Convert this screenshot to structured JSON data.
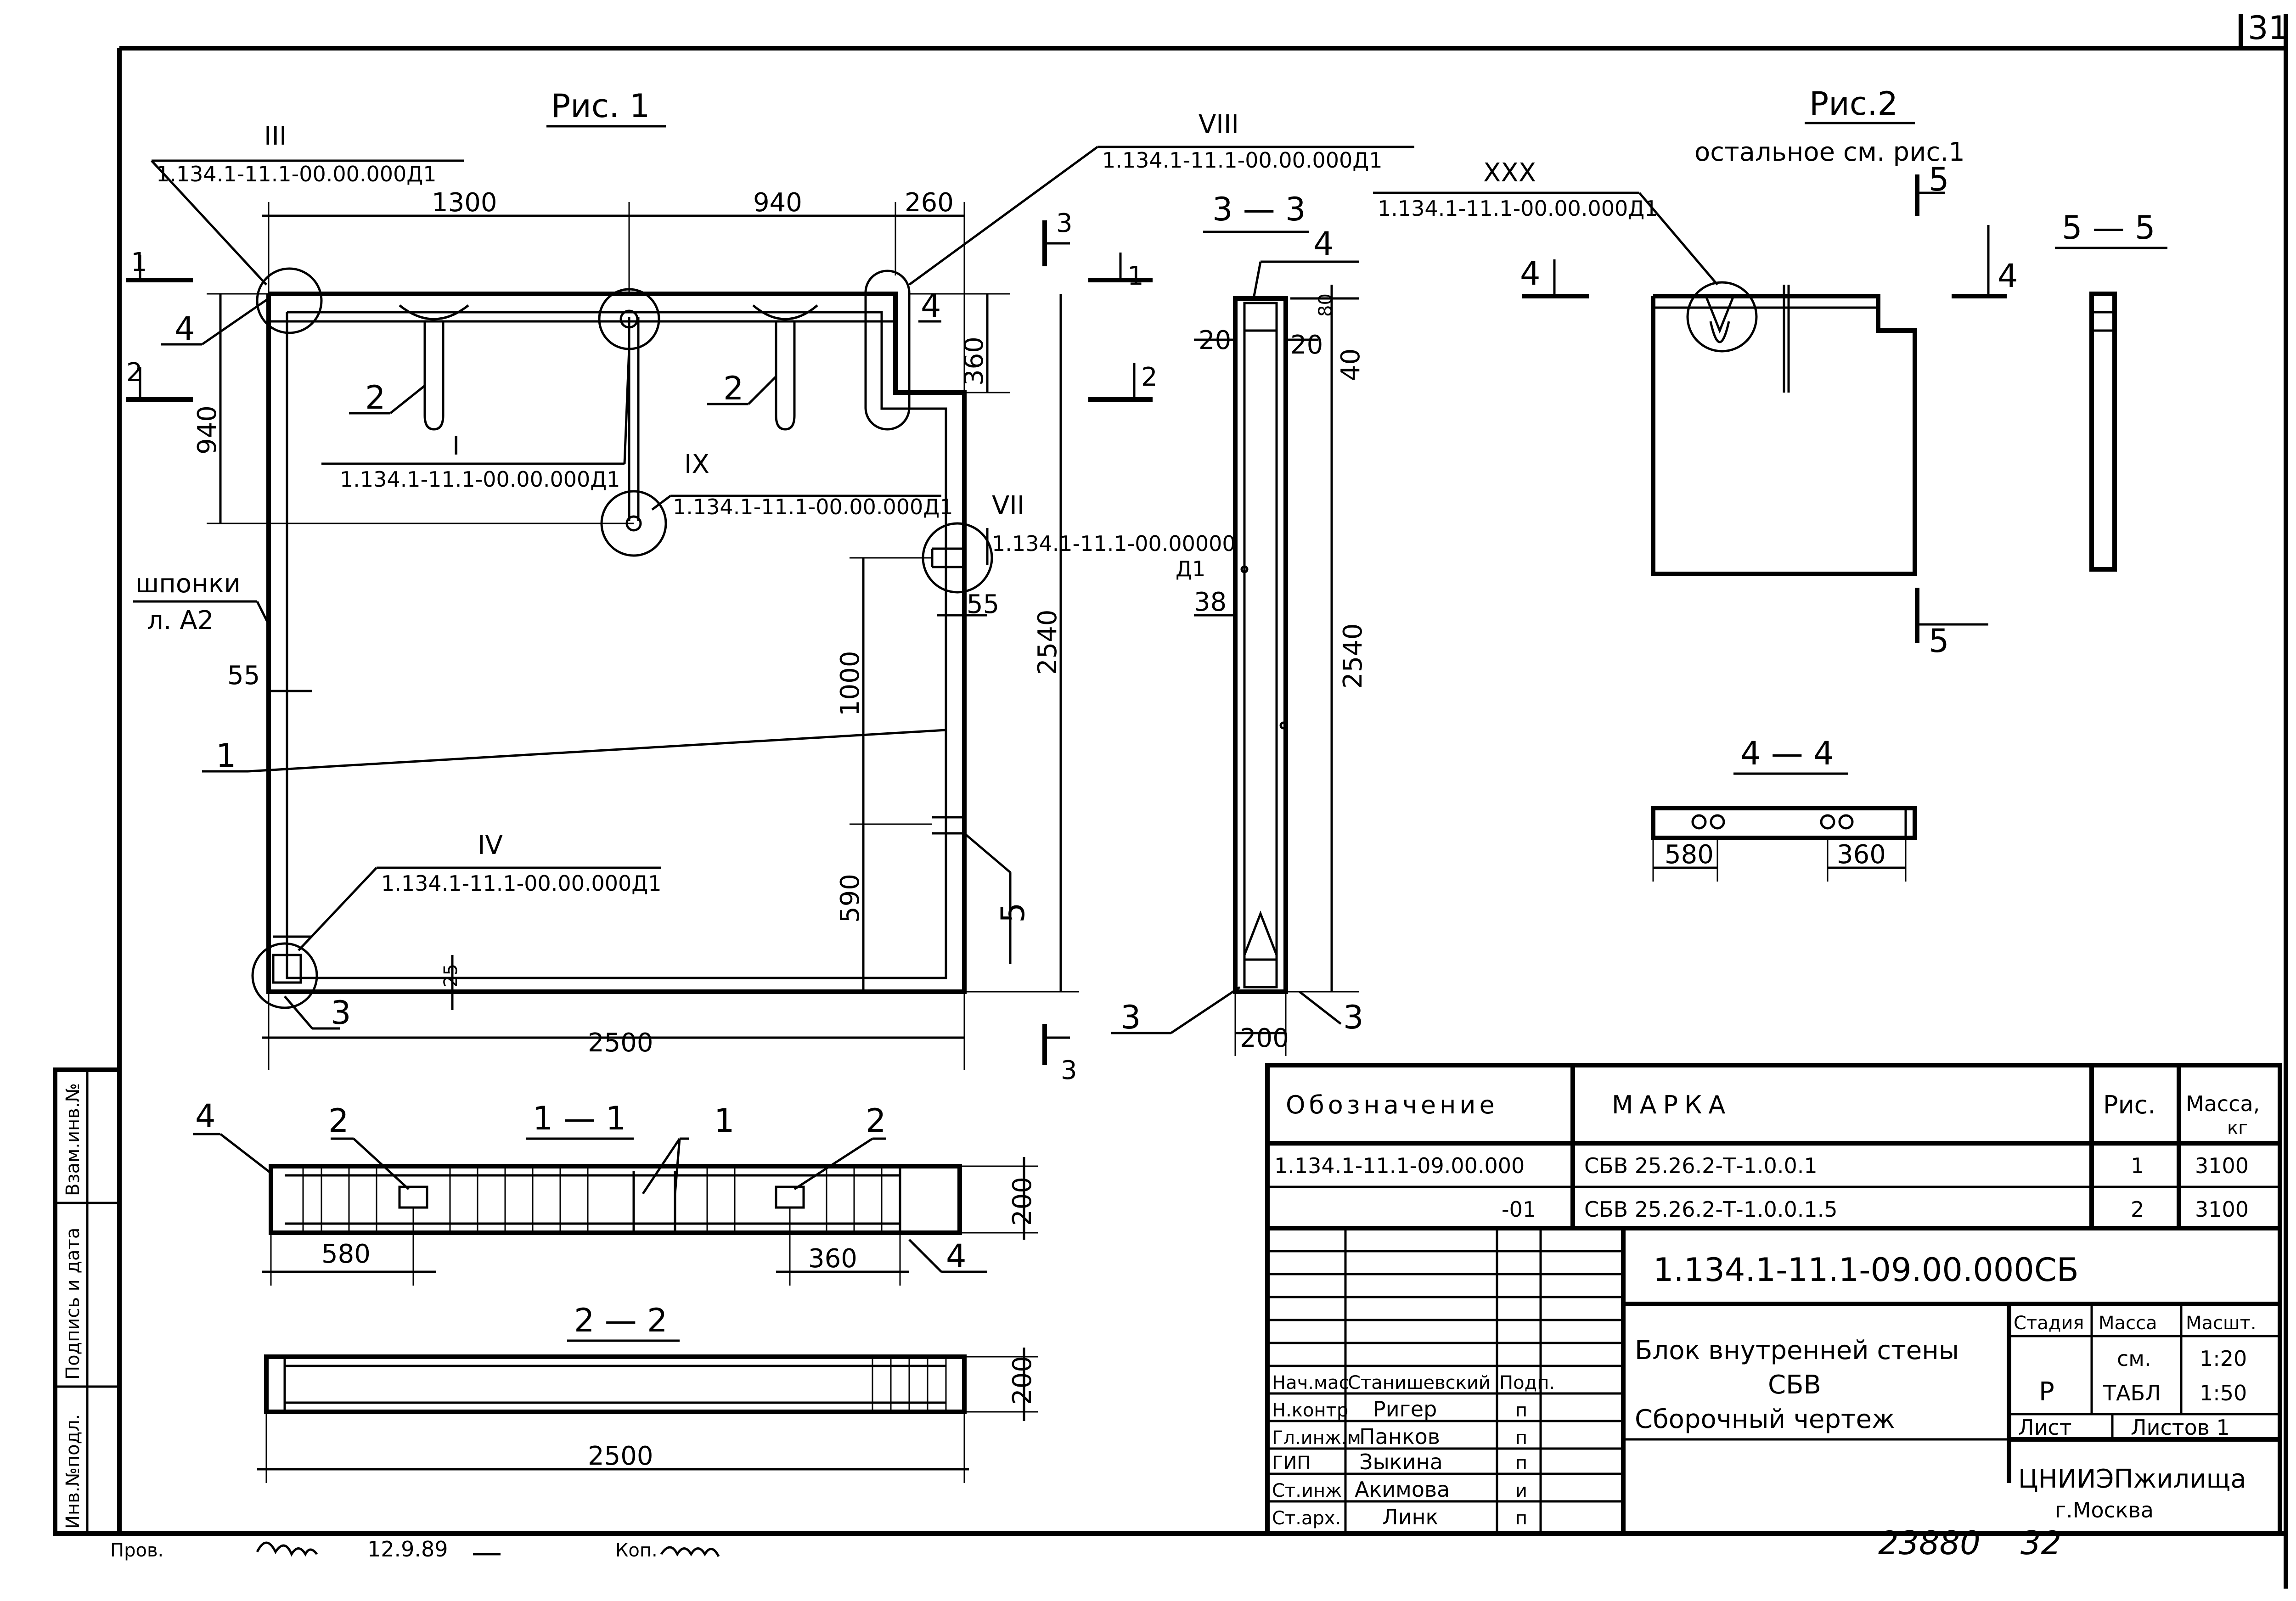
{
  "sheet": {
    "number": "31"
  },
  "fig1": {
    "title": "Рис. 1",
    "dims": {
      "d1300": "1300",
      "d940": "940",
      "d260": "260",
      "d940v": "940",
      "d360": "360",
      "d2540": "2540",
      "d1000": "1000",
      "d590": "590",
      "d55a": "55",
      "d55b": "55",
      "d25": "25",
      "d2500": "2500"
    },
    "nodes": {
      "n3": {
        "roman": "III",
        "code": "1.134.1-11.1-00.00.000Д1"
      },
      "n8": {
        "roman": "VIII",
        "code": "1.134.1-11.1-00.00.000Д1"
      },
      "n1": {
        "roman": "I",
        "code": "1.134.1-11.1-00.00.000Д1"
      },
      "n9": {
        "roman": "IX",
        "code": "1.134.1-11.1-00.00.000Д1"
      },
      "n7": {
        "roman": "VII",
        "code": "1.134.1-11.1-00.00000",
        "code2": "Д1"
      },
      "n4": {
        "roman": "IV",
        "code": "1.134.1-11.1-00.00.000Д1"
      }
    },
    "shponki": "шпонки",
    "shponki2": "л. А2",
    "marks": {
      "m1": "1",
      "m2": "2",
      "m3": "3",
      "m4": "4",
      "m5": "5"
    }
  },
  "sec33": {
    "title": "3 — 3",
    "d80": "80",
    "d20a": "20",
    "d20b": "20",
    "d40": "40",
    "d38": "38",
    "d2540": "2540",
    "d200": "200",
    "m3": "3",
    "m4": "4"
  },
  "fig2": {
    "title": "Рис.2",
    "subtitle": "остальное см. рис.1",
    "roman": "XXX",
    "code": "1.134.1-11.1-00.00.000Д1",
    "m4": "4",
    "m5": "5"
  },
  "sec55": {
    "title": "5 — 5"
  },
  "sec44": {
    "title": "4 — 4",
    "d580": "580",
    "d360": "360"
  },
  "sec11": {
    "title": "1 — 1",
    "d580": "580",
    "d360": "360",
    "d200": "200",
    "m1": "1",
    "m2": "2",
    "m4": "4"
  },
  "sec22": {
    "title": "2 — 2",
    "d200": "200",
    "d2500": "2500"
  },
  "spec": {
    "headers": {
      "designation": "Обозначение",
      "mark": "МАРКА",
      "fig": "Рис.",
      "mass": "Масса,",
      "mass_unit": "кг"
    },
    "rows": [
      {
        "designation": "1.134.1-11.1-09.00.000",
        "mark": "СБВ 25.26.2-Т-1.0.0.1",
        "fig": "1",
        "mass": "3100"
      },
      {
        "designation": "-01",
        "mark": "СБВ 25.26.2-Т-1.0.0.1.5",
        "fig": "2",
        "mass": "3100"
      }
    ]
  },
  "title_block": {
    "doc_code": "1.134.1-11.1-09.00.000СБ",
    "name1": "Блок внутренней стены",
    "name2": "СБВ",
    "name3": "Сборочный чертеж",
    "stage_h": "Стадия",
    "mass_h": "Масса",
    "scale_h": "Масшт.",
    "stage": "Р",
    "mass_v1": "см.",
    "mass_v2": "ТАБЛ",
    "scale1": "1:20",
    "scale2": "1:50",
    "sheet_h": "Лист",
    "sheets_h": "Листов 1",
    "org1": "ЦНИИЭПжилища",
    "org2": "г.Москва",
    "staff": [
      {
        "role": "Нач.мас",
        "name": "Станишевский",
        "sign": "Подп."
      },
      {
        "role": "Н.контр",
        "name": "Ригер",
        "sign": "п"
      },
      {
        "role": "Гл.инж.м",
        "name": "Панков",
        "sign": "п"
      },
      {
        "role": "ГИП",
        "name": "Зыкина",
        "sign": "п"
      },
      {
        "role": "Ст.инж",
        "name": "Акимова",
        "sign": "и"
      },
      {
        "role": "Ст.арх.",
        "name": "Линк",
        "sign": "п"
      }
    ]
  },
  "side_stamp": {
    "f1": "Инв.№подл.",
    "f2": "Подпись и дата",
    "f3": "Взам.инв.№"
  },
  "footer": {
    "prov": "Пров.",
    "date": "12.9.89",
    "kop": "Коп.",
    "num1": "23880",
    "num2": "32"
  }
}
